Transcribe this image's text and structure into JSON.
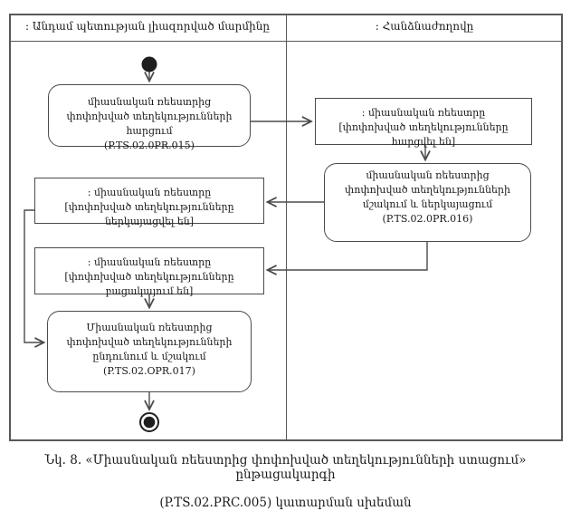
{
  "colors": {
    "connector": "#4b4b4b",
    "frame": "#595959",
    "terminal_fill": "#1f1f1f"
  },
  "lanes": {
    "left": ": Անդամ պետության լիազորված մարմինը",
    "right": ": Հանձնաժողովը"
  },
  "nodes": {
    "request_action": {
      "title": "միասնական ռեեստրից փոփոխված տեղեկությունների հարցում",
      "code": "(P.TS.02.0PR.015)"
    },
    "registry_requested": {
      "name": ": միասնական ռեեստրը",
      "state": "[փոփոխված տեղեկությունները հարցվել են]"
    },
    "process_submit_action": {
      "text": "միասնական ռեեստրից փոփոխված տեղեկությունների մշակում և ներկայացում (P.TS.02.0PR.016)"
    },
    "registry_submitted": {
      "name": ": միասնական ռեեստրը",
      "state": "[փոփոխված տեղեկությունները ներկայացվել են]"
    },
    "registry_absent": {
      "name": ": միասնական ռեեստրը",
      "state": "[փոփոխված տեղեկությունները բացակայում են]"
    },
    "receive_process_action": {
      "text": "Միասնական ռեեստրից փոփոխված տեղեկությունների ընդունում և մշակում (P.TS.02.OPR.017)"
    }
  },
  "caption": {
    "line1": "Նկ. 8. «Միասնական ռեեստրից փոփոխված տեղեկությունների ստացում» ընթացակարգի",
    "line2": "(P.TS.02.PRC.005) կատարման սխեման"
  }
}
